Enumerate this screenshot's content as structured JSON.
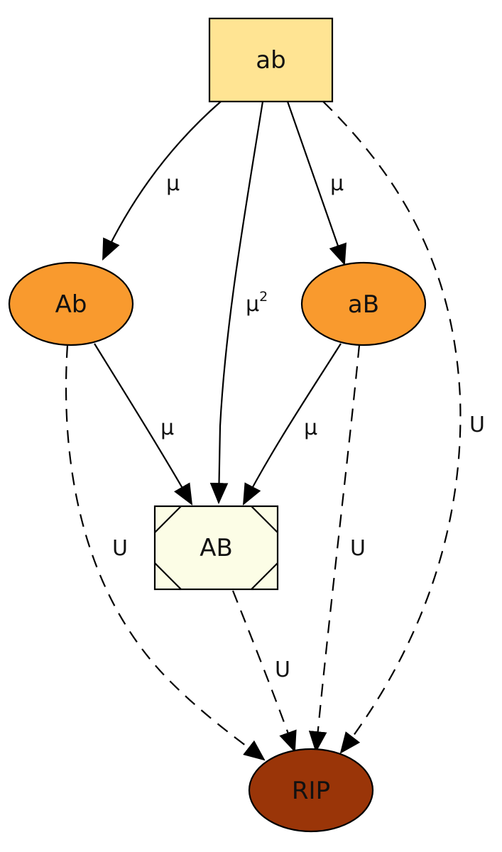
{
  "nodes": {
    "ab": {
      "label": "ab",
      "shape": "box",
      "fill": "#ffe493"
    },
    "Ab": {
      "label": "Ab",
      "shape": "ellipse",
      "fill": "#f99a2e"
    },
    "aB": {
      "label": "aB",
      "shape": "ellipse",
      "fill": "#f99a2e"
    },
    "AB": {
      "label": "AB",
      "shape": "msquare",
      "fill": "#fcfde6"
    },
    "RIP": {
      "label": "RIP",
      "shape": "ellipse",
      "fill": "#9a3508"
    }
  },
  "edges": [
    {
      "from": "ab",
      "to": "Ab",
      "label": "μ",
      "style": "solid"
    },
    {
      "from": "ab",
      "to": "AB",
      "label": "μ",
      "label_superscript": "2",
      "style": "solid"
    },
    {
      "from": "ab",
      "to": "aB",
      "label": "μ",
      "style": "solid"
    },
    {
      "from": "ab",
      "to": "RIP",
      "label": "U",
      "style": "dashed"
    },
    {
      "from": "Ab",
      "to": "AB",
      "label": "μ",
      "style": "solid"
    },
    {
      "from": "aB",
      "to": "AB",
      "label": "μ",
      "style": "solid"
    },
    {
      "from": "Ab",
      "to": "RIP",
      "label": "U",
      "style": "dashed"
    },
    {
      "from": "aB",
      "to": "RIP",
      "label": "U",
      "style": "dashed"
    },
    {
      "from": "AB",
      "to": "RIP",
      "label": "U",
      "style": "dashed"
    }
  ],
  "colors": {
    "line": "#000000",
    "text": "#111111"
  }
}
